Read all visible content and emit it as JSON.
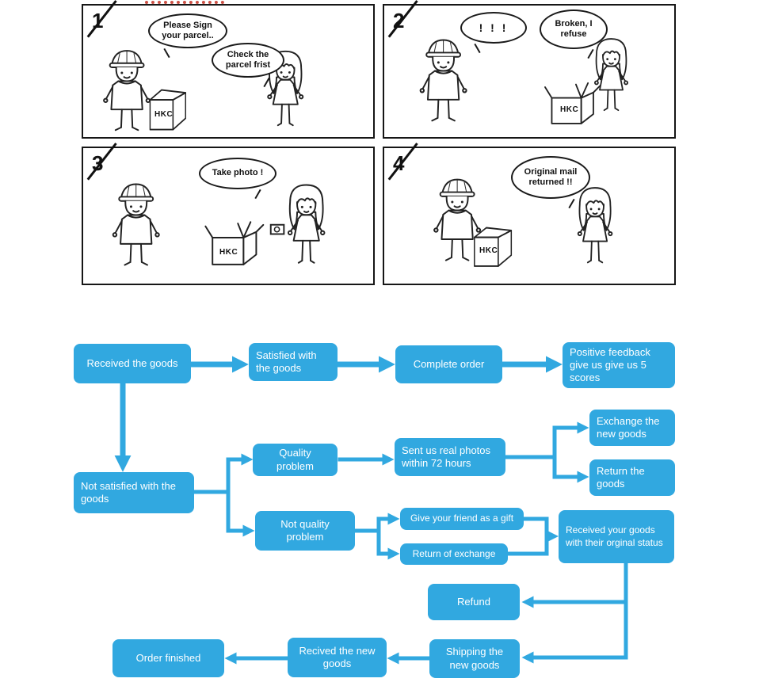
{
  "colors": {
    "accent": "#31a8e0",
    "ink": "#1a1a1a",
    "node_text": "#ffffff",
    "panel_border": "#161616"
  },
  "comic": {
    "panels": [
      {
        "number": "1",
        "bubbles": [
          "Please Sign your parcel..",
          "Check the parcel frist"
        ],
        "box_label": "HKC"
      },
      {
        "number": "2",
        "bubbles": [
          "! ! !",
          "Broken, I refuse"
        ],
        "box_label": "HKC"
      },
      {
        "number": "3",
        "bubbles": [
          "Take photo !"
        ],
        "box_label": "HKC"
      },
      {
        "number": "4",
        "bubbles": [
          "Original mail returned !!"
        ],
        "box_label": "HKC"
      }
    ]
  },
  "flowchart": {
    "nodes": {
      "received": "Received the goods",
      "satisfied": "Satisfied with the goods",
      "complete": "Complete order",
      "feedback": "Positive feedback give us give us 5 scores",
      "not_satisfied": "Not satisfied with the goods",
      "quality": "Quality problem",
      "photos": "Sent us real photos within 72 hours",
      "exchange": "Exchange the new goods",
      "return_goods": "Return the goods",
      "not_quality": "Not quality problem",
      "gift": "Give your friend as a gift",
      "return_exchange": "Return of exchange",
      "received_status": "Received your goods with their orginal status",
      "refund": "Refund",
      "shipping": "Shipping the new goods",
      "recived_new": "Recived the new goods",
      "finished": "Order finished"
    },
    "edges": [
      {
        "from": "received",
        "to": "satisfied"
      },
      {
        "from": "satisfied",
        "to": "complete"
      },
      {
        "from": "complete",
        "to": "feedback"
      },
      {
        "from": "received",
        "to": "not_satisfied"
      },
      {
        "from": "not_satisfied",
        "to": "quality"
      },
      {
        "from": "not_satisfied",
        "to": "not_quality"
      },
      {
        "from": "quality",
        "to": "photos"
      },
      {
        "from": "photos",
        "to": "exchange"
      },
      {
        "from": "photos",
        "to": "return_goods"
      },
      {
        "from": "not_quality",
        "to": "gift"
      },
      {
        "from": "not_quality",
        "to": "return_exchange"
      },
      {
        "from": "gift",
        "to": "received_status"
      },
      {
        "from": "return_exchange",
        "to": "received_status"
      },
      {
        "from": "received_status",
        "to": "refund"
      },
      {
        "from": "received_status",
        "to": "shipping"
      },
      {
        "from": "shipping",
        "to": "recived_new"
      },
      {
        "from": "recived_new",
        "to": "finished"
      }
    ]
  }
}
